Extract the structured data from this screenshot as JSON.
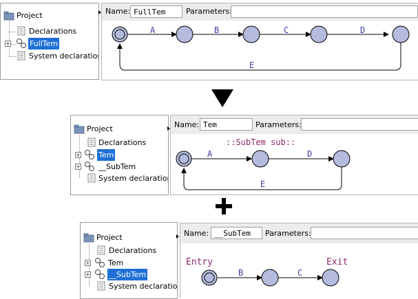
{
  "panel1": {
    "tree": {
      "root": "Project",
      "items": [
        "Declarations",
        "FullTem",
        "System declarations"
      ],
      "selected": "FullTem"
    },
    "header": {
      "name_label": "Name:",
      "name_value": "FullTem",
      "params_label": "Parameters:",
      "params_value": ""
    },
    "graph": {
      "edges": [
        "A",
        "B",
        "C",
        "D",
        "E"
      ]
    }
  },
  "down_arrow": "▼",
  "panel2": {
    "tree": {
      "root": "Project",
      "items": [
        "Declarations",
        "Tem",
        "__SubTem",
        "System declarations"
      ],
      "selected": "Tem"
    },
    "header": {
      "name_label": "Name:",
      "name_value": "Tem",
      "params_label": "Parameters:",
      "params_value": ""
    },
    "graph": {
      "subtemplate": "::SubTem sub::",
      "edges": [
        "A",
        "D",
        "E"
      ]
    }
  },
  "plus_sign": "+",
  "panel3": {
    "tree": {
      "root": "Project",
      "items": [
        "Declarations",
        "Tem",
        "__SubTem",
        "System declarations"
      ],
      "selected": "__SubTem"
    },
    "header": {
      "name_label": "Name:",
      "name_value": "__SubTem",
      "params_label": "Parameters:",
      "params_value": ""
    },
    "graph": {
      "entry_label": "Entry",
      "exit_label": "Exit",
      "edges": [
        "B",
        "C"
      ]
    }
  },
  "colors": {
    "state_fill": "#b4bbdc",
    "edge_label": "#3c3ca0",
    "entry_exit_label": "#8b2a6b",
    "selection": "#1f6fd6"
  }
}
